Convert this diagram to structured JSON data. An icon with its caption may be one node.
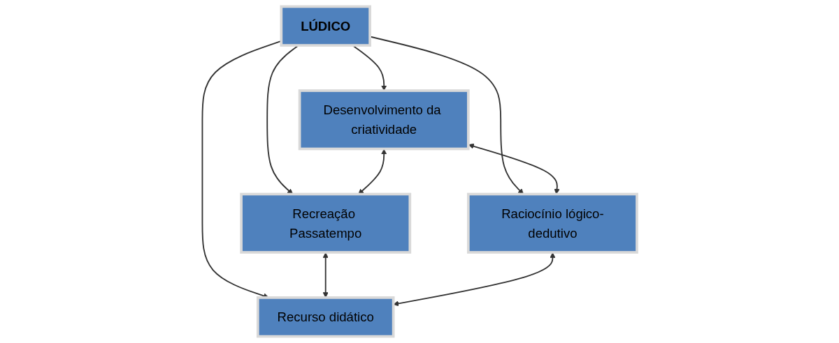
{
  "diagram": {
    "nodes": [
      {
        "text": [
          "Recreação Passatempo"
        ]
      },
      {
        "text": [
          "Desenvolvimento da criatividade"
        ]
      },
      {
        "text": [
          "LÚDICO"
        ]
      },
      {
        "text": [
          "Recurso didático"
        ]
      },
      {
        "text": [
          "Raciocínio lógico-dedutivo"
        ]
      }
    ],
    "edges": [
      {
        "from": 2,
        "to": 0,
        "arrow": "to"
      },
      {
        "from": 2,
        "to": 1,
        "arrow": "to"
      },
      {
        "from": 2,
        "to": 3,
        "arrow": "to"
      },
      {
        "from": 2,
        "to": 4,
        "arrow": "to"
      },
      {
        "from": 1,
        "to": 0,
        "arrow": "both"
      },
      {
        "from": 0,
        "to": 3,
        "arrow": "both"
      },
      {
        "from": 1,
        "to": 4,
        "arrow": "both"
      },
      {
        "from": 4,
        "to": 3,
        "arrow": "both"
      }
    ]
  }
}
